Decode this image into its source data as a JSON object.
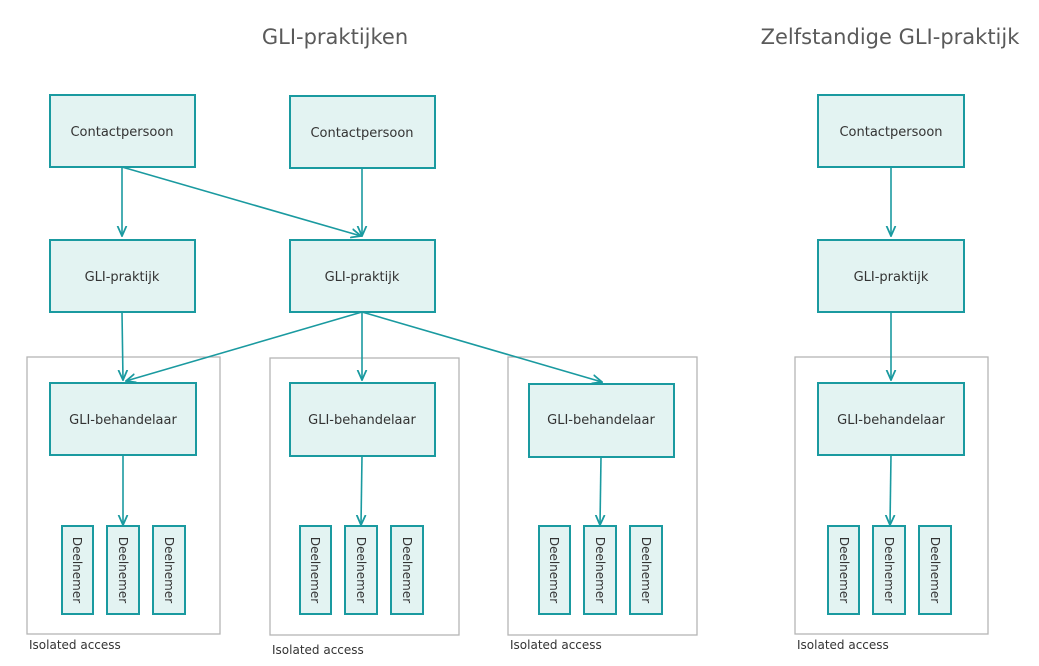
{
  "titles": {
    "left": "GLI-praktijken",
    "right": "Zelfstandige GLI-praktijk"
  },
  "labels": {
    "contact": "Contactpersoon",
    "praktijk": "GLI-praktijk",
    "behandelaar": "GLI-behandelaar",
    "deelnemer": "Deelnemer",
    "isolated": "Isolated access"
  },
  "colors": {
    "accent": "#1a9aa0",
    "box_fill": "#e3f3f2",
    "group_border": "#b5b5b5",
    "title_text": "#5a5a5a"
  }
}
